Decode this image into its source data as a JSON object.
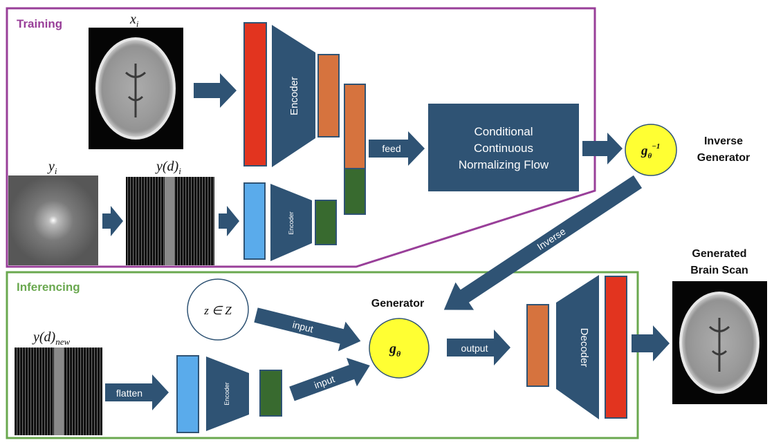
{
  "sections": {
    "training": "Training",
    "inferencing": "Inferencing"
  },
  "labels": {
    "x_i": "x",
    "x_i_sub": "i",
    "y_i": "y",
    "y_i_sub": "i",
    "y_d_i": "y(d)",
    "y_d_i_sub": "i",
    "y_d_new": "y(d)",
    "y_d_new_sub": "new",
    "z": "z ∈ Z"
  },
  "blocks": {
    "encoder": "Encoder",
    "decoder": "Decoder",
    "flow_line1": "Conditional",
    "flow_line2": "Continuous",
    "flow_line3": "Normalizing Flow"
  },
  "arrows": {
    "feed": "feed",
    "inverse": "Inverse",
    "input1": "input",
    "input2": "input",
    "output": "output",
    "flatten": "flatten"
  },
  "nodes": {
    "inverse_generator_symbol": "g",
    "inverse_generator_sub": "θ",
    "inverse_generator_sup": "−1",
    "inverse_generator_line1": "Inverse",
    "inverse_generator_line2": "Generator",
    "generator_symbol": "g",
    "generator_sub": "θ",
    "generator_label": "Generator",
    "generated_line1": "Generated",
    "generated_line2": "Brain Scan"
  },
  "colors": {
    "training_border": "#993f99",
    "inference_border": "#6aa84f",
    "block_navy": "#2f5374",
    "red": "#e2341f",
    "orange": "#d6733e",
    "green": "#386a2f",
    "lightblue": "#5aabeb",
    "yellow": "#ffff33"
  }
}
